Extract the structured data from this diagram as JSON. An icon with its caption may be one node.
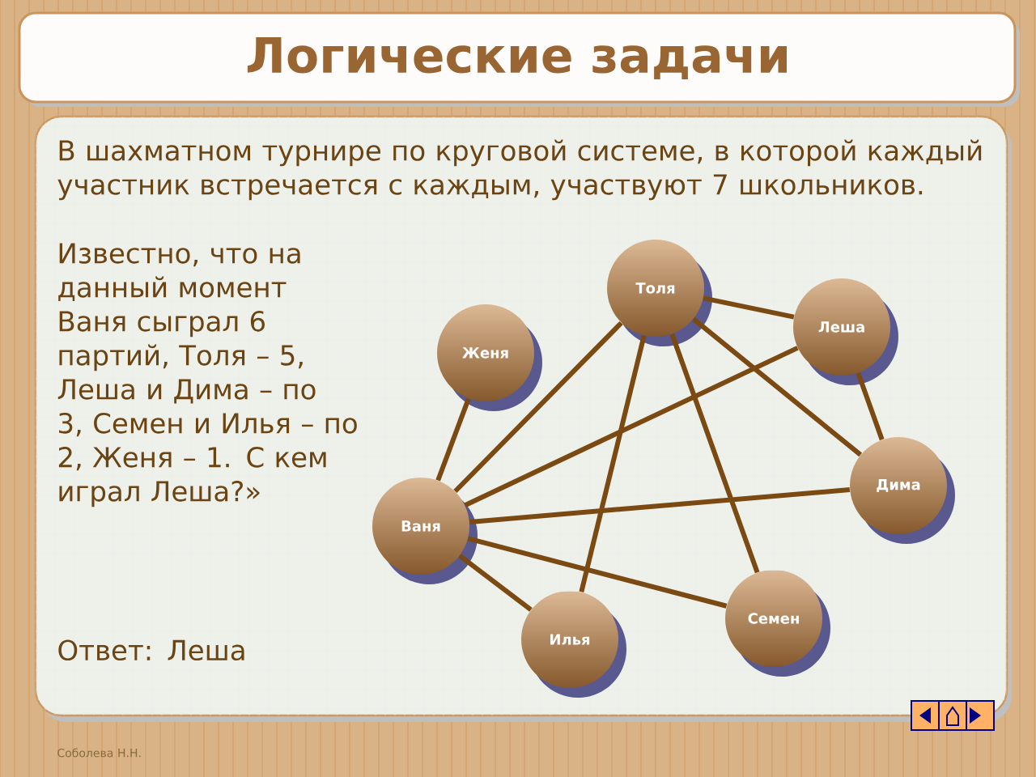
{
  "diagram": {
    "title": "Логические задачи",
    "nodes": [
      {
        "text": [
          "Толя"
        ]
      },
      {
        "text": [
          "Леша"
        ]
      },
      {
        "text": [
          "Женя"
        ]
      },
      {
        "text": [
          "Дима"
        ]
      },
      {
        "text": [
          "Ваня"
        ]
      },
      {
        "text": [
          "Семен"
        ]
      },
      {
        "text": [
          "Илья"
        ]
      }
    ],
    "edges": [
      {
        "from": 2,
        "to": 4,
        "arrow": "none"
      },
      {
        "from": 4,
        "to": 0,
        "arrow": "none"
      },
      {
        "from": 4,
        "to": 1,
        "arrow": "none"
      },
      {
        "from": 4,
        "to": 3,
        "arrow": "none"
      },
      {
        "from": 4,
        "to": 5,
        "arrow": "none"
      },
      {
        "from": 4,
        "to": 6,
        "arrow": "none"
      },
      {
        "from": 0,
        "to": 1,
        "arrow": "none"
      },
      {
        "from": 0,
        "to": 3,
        "arrow": "none"
      },
      {
        "from": 0,
        "to": 5,
        "arrow": "none"
      },
      {
        "from": 0,
        "to": 6,
        "arrow": "none"
      },
      {
        "from": 1,
        "to": 3,
        "arrow": "none"
      }
    ],
    "labels": [
      "В шахматном турнире по круговой системе, в которой каждый участник встречается с каждым, участвуют 7 школьников.",
      "Известно, что на данный момент Ваня сыграл 6 партий, Толя – 5, Леша и Дима – по 3, Семен и Илья – по 2, Женя – 1. С кем играл Леша?»",
      "Ответ: Леша",
      "Соболева Н.Н."
    ]
  }
}
